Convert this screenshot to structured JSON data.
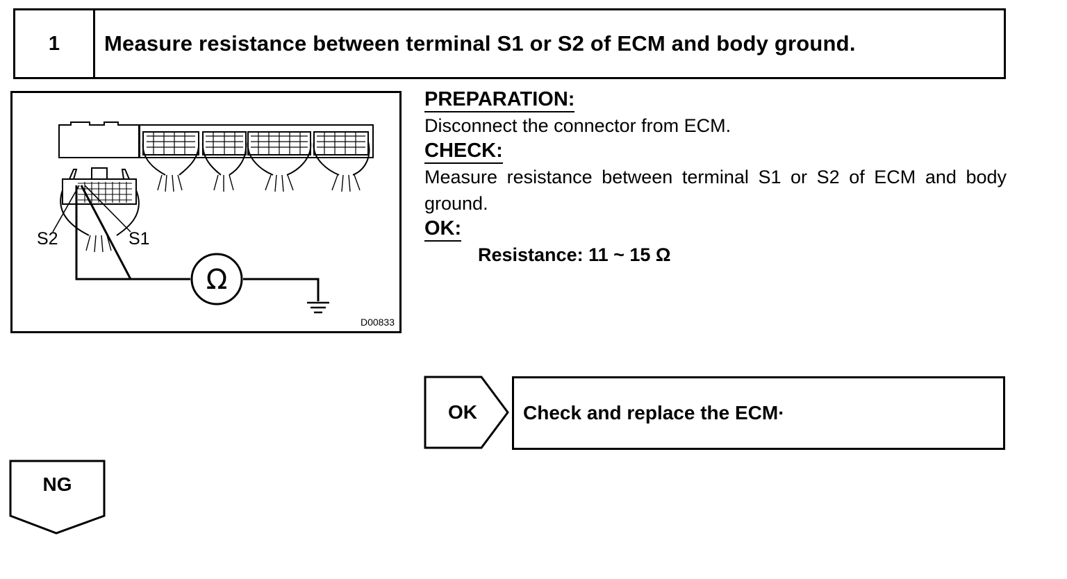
{
  "step": {
    "number": "1",
    "title": "Measure resistance between terminal S1 or S2 of ECM and body ground."
  },
  "figure": {
    "terminal_s2": "S2",
    "terminal_s1": "S1",
    "meter_symbol": "Ω",
    "figure_id": "D00833",
    "icons": [
      "ecm-connector-icon",
      "ohmmeter-icon",
      "ground-symbol-icon"
    ]
  },
  "instructions": {
    "preparation_heading": "PREPARATION:",
    "preparation_text": "Disconnect the connector from ECM.",
    "check_heading": "CHECK:",
    "check_text": "Measure resistance between terminal S1 or S2 of ECM and body ground.",
    "ok_heading": "OK:",
    "spec": "Resistance: 11 ~ 15 Ω"
  },
  "result_ok": {
    "label": "OK",
    "action": "Check and replace the ECM·"
  },
  "result_ng": {
    "label": "NG"
  }
}
